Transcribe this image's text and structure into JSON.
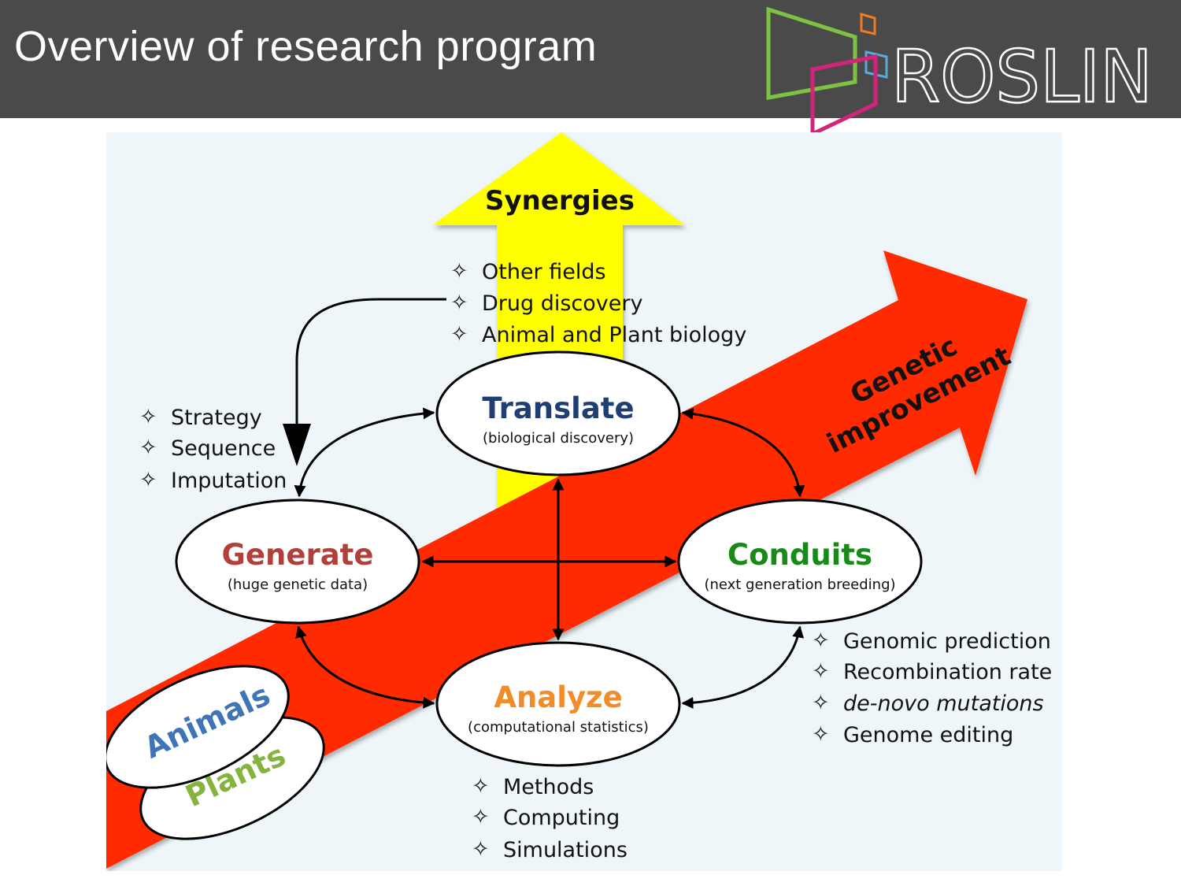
{
  "slide": {
    "title": "Overview of research program",
    "logo_text": "ROSLIN"
  },
  "colors": {
    "header_bg": "#4a4a4a",
    "panel_bg": "#eef6f9",
    "synergy_arrow": "#ffff00",
    "improvement_arrow": "#ff2a00",
    "translate": "#1f3f73",
    "generate": "#b2403a",
    "conduits": "#178a17",
    "analyze": "#f28c28",
    "animals": "#3f74b6",
    "plants": "#84b43e",
    "logo_green": "#7dc242",
    "logo_orange": "#f47920",
    "logo_blue": "#5aa9dd",
    "logo_magenta": "#d4237a"
  },
  "diagram": {
    "synergies_label": "Synergies",
    "genetic_label_line1": "Genetic",
    "genetic_label_line2": "improvement",
    "synergy_items": [
      "Other fields",
      "Drug discovery",
      "Animal and Plant biology"
    ],
    "generate_items": [
      "Strategy",
      "Sequence",
      "Imputation"
    ],
    "conduits_items": [
      "Genomic prediction",
      "Recombination rate",
      "de-novo mutations",
      "Genome editing"
    ],
    "analyze_items": [
      "Methods",
      "Computing",
      "Simulations"
    ],
    "nodes": {
      "translate": {
        "title": "Translate",
        "subtitle": "(biological discovery)"
      },
      "generate": {
        "title": "Generate",
        "subtitle": "(huge genetic data)"
      },
      "conduits": {
        "title": "Conduits",
        "subtitle": "(next generation breeding)"
      },
      "analyze": {
        "title": "Analyze",
        "subtitle": "(computational statistics)"
      }
    },
    "organisms": [
      "Animals",
      "Plants"
    ],
    "bullet_glyph": "✧"
  }
}
